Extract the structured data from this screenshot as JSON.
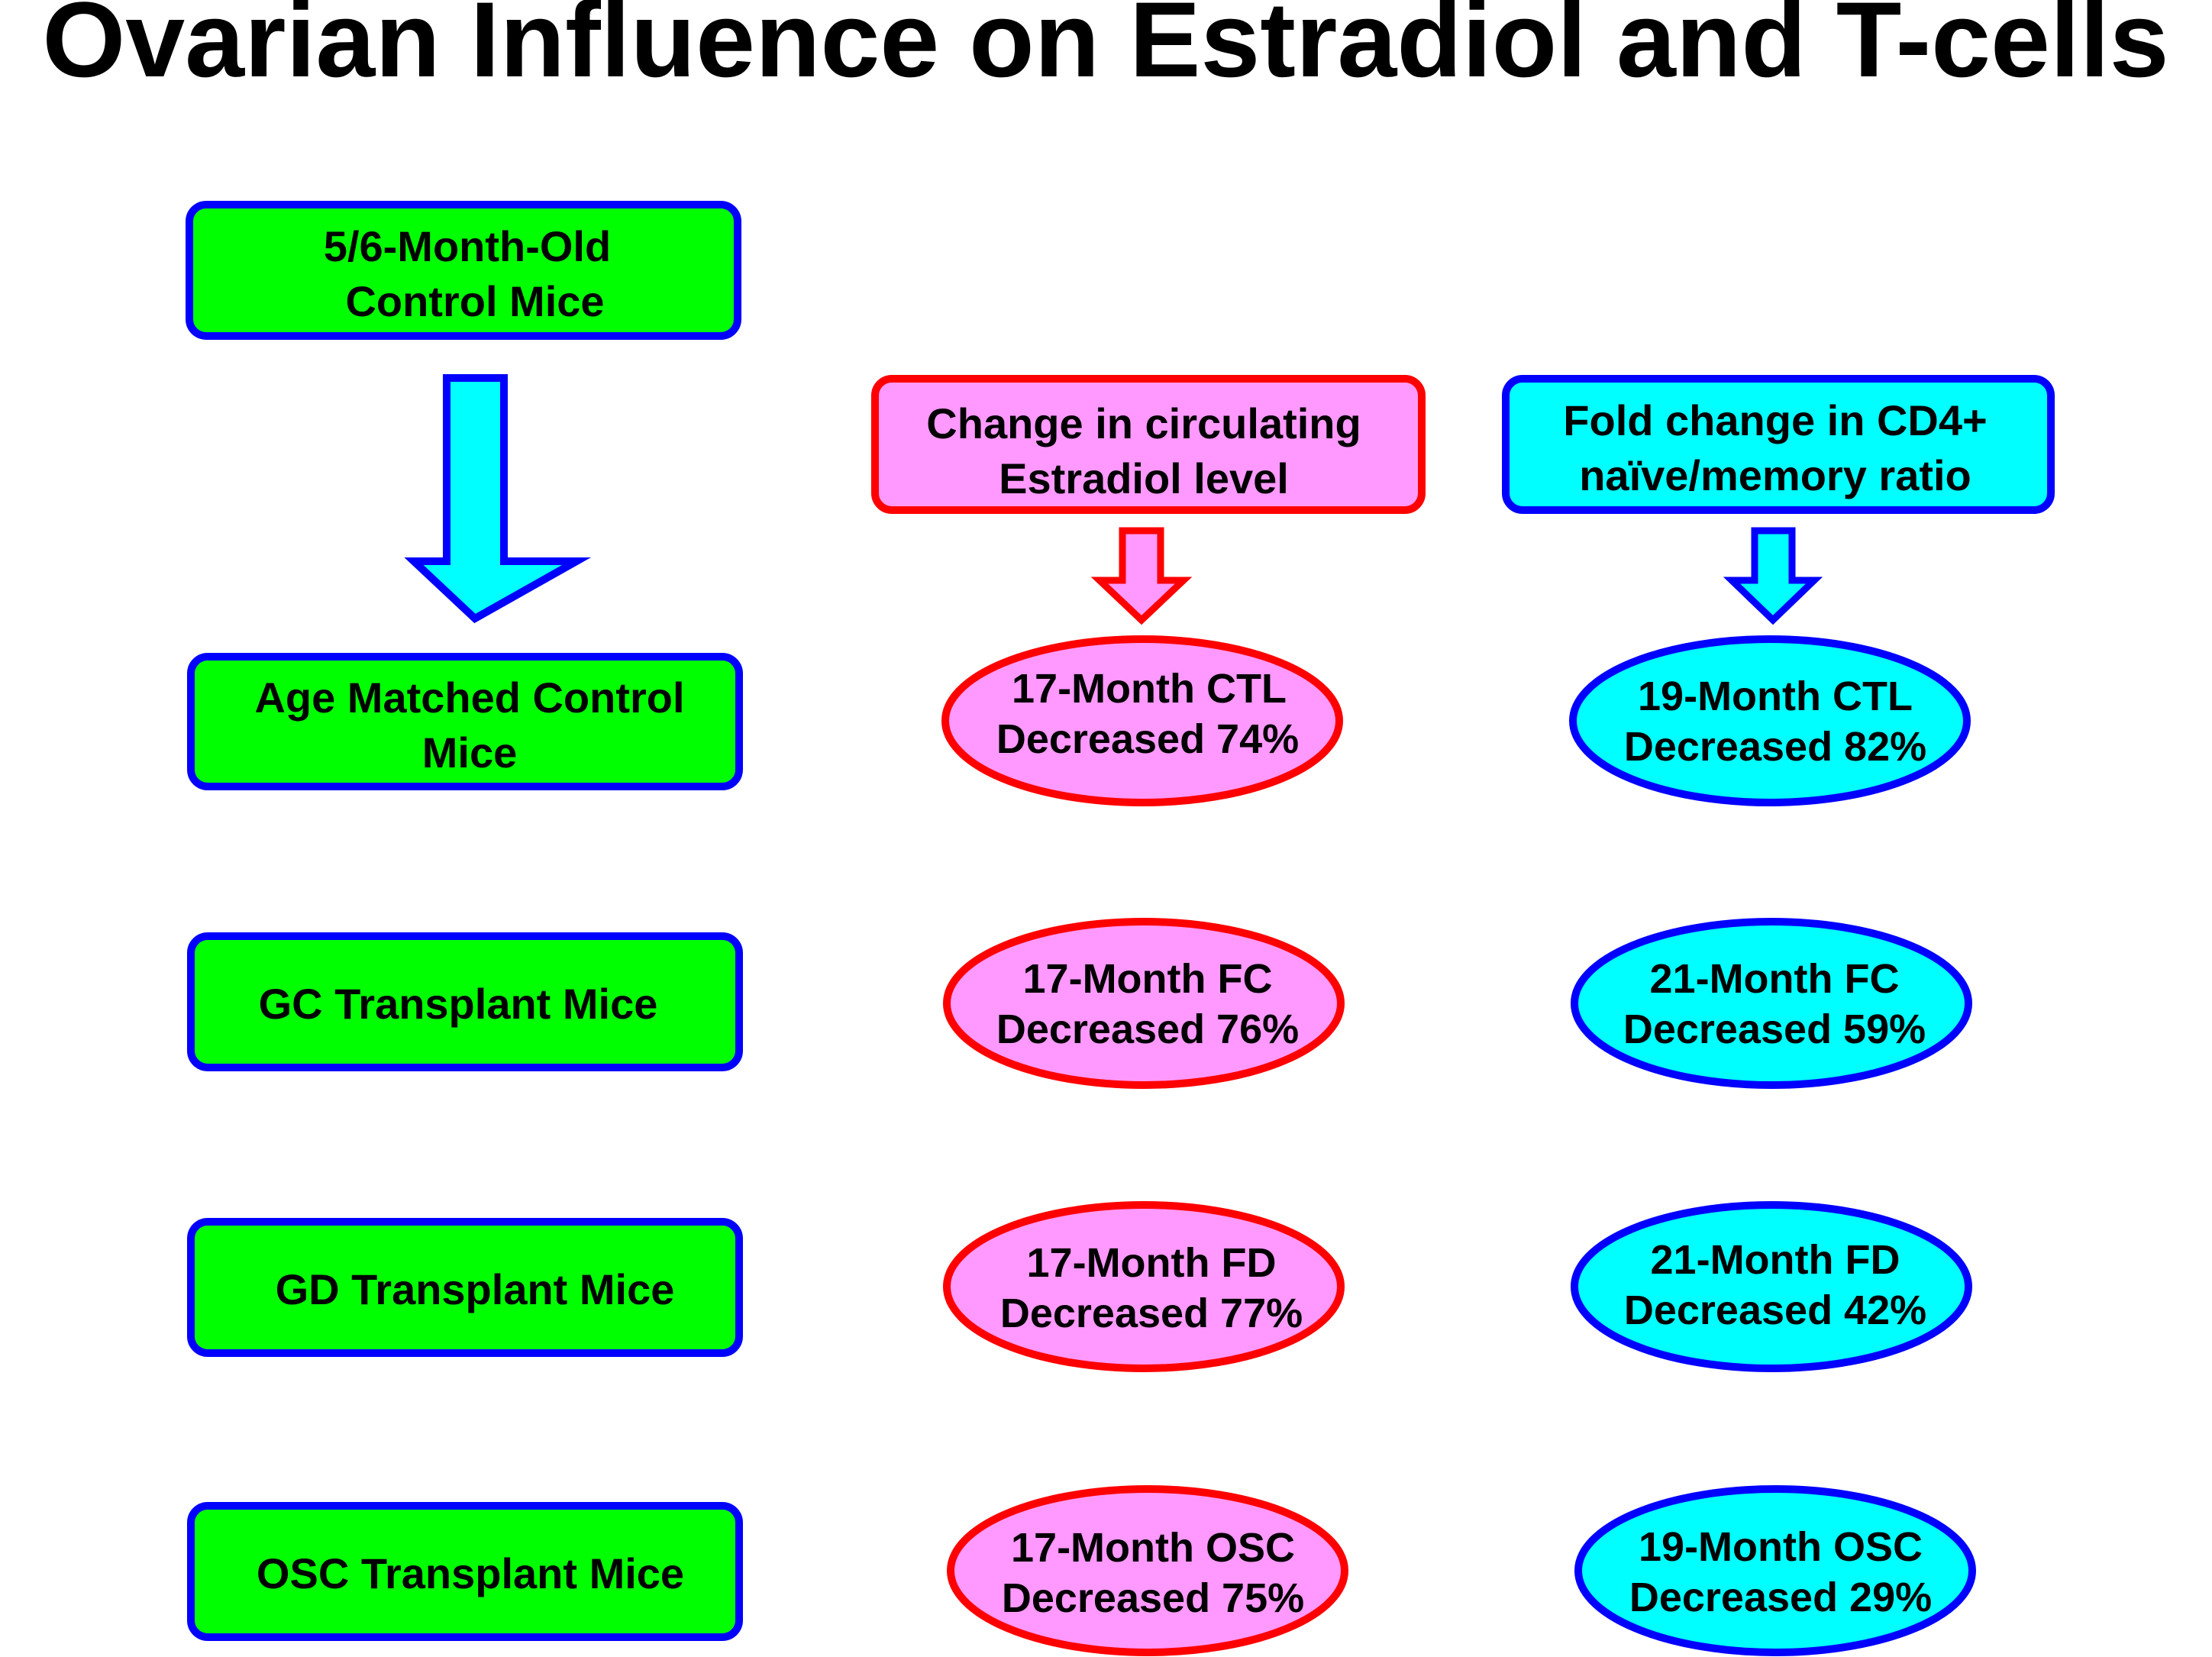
{
  "title": "Ovarian Influence on Estradiol and T-cells",
  "colors": {
    "green_fill": "#00ff00",
    "blue_border": "#0000ff",
    "cyan_fill": "#00ffff",
    "pink_fill": "#ff99ff",
    "red_border": "#ff0000"
  },
  "left_column": {
    "top_box": {
      "line1": "5/6-Month-Old",
      "line2": "Control Mice"
    },
    "groups": [
      {
        "line1": "Age Matched Control",
        "line2": "Mice"
      },
      {
        "line1": "GC Transplant Mice",
        "line2": ""
      },
      {
        "line1": "GD Transplant Mice",
        "line2": ""
      },
      {
        "line1": "OSC Transplant Mice",
        "line2": ""
      }
    ]
  },
  "estradiol_column": {
    "header": {
      "line1": "Change in circulating",
      "line2": "Estradiol level"
    },
    "results": [
      {
        "line1": "17-Month CTL",
        "line2": "Decreased 74%"
      },
      {
        "line1": "17-Month FC",
        "line2": "Decreased 76%"
      },
      {
        "line1": "17-Month FD",
        "line2": "Decreased 77%"
      },
      {
        "line1": "17-Month OSC",
        "line2": "Decreased 75%"
      }
    ]
  },
  "tcell_column": {
    "header": {
      "line1": "Fold change in CD4+",
      "line2": "naïve/memory ratio"
    },
    "results": [
      {
        "line1": "19-Month CTL",
        "line2": "Decreased 82%"
      },
      {
        "line1": "21-Month FC",
        "line2": "Decreased 59%"
      },
      {
        "line1": "21-Month FD",
        "line2": "Decreased 42%"
      },
      {
        "line1": "19-Month OSC",
        "line2": "Decreased 29%"
      }
    ]
  }
}
